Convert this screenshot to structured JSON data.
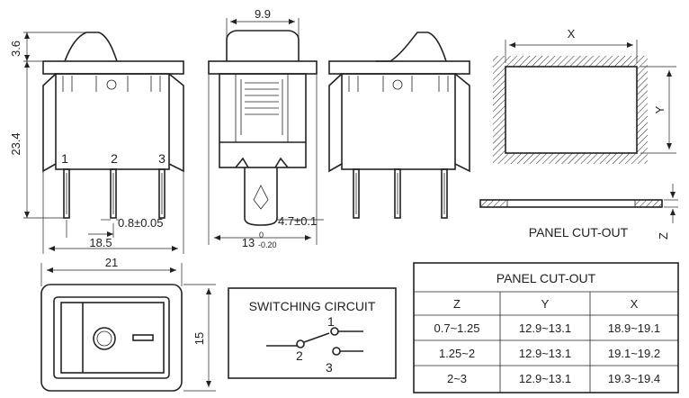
{
  "dimensions": {
    "width_top": "9.9",
    "height_rocker": "3.6",
    "height_body": "23.4",
    "pin_thickness": "0.8±0.05",
    "pin_pitch": "18.5",
    "pin_width": "4.7±0.1",
    "body_width": "13",
    "body_width_tol_upper": "0",
    "body_width_tol_lower": "-0.20",
    "bezel_width": "21",
    "bezel_height": "15",
    "cutout_x": "X",
    "cutout_y": "Y",
    "cutout_z": "Z"
  },
  "terminals": [
    "1",
    "2",
    "3"
  ],
  "panel_cutout_label": "PANEL CUT-OUT",
  "switching_circuit": {
    "title": "SWITCHING CIRCUIT",
    "terminals": [
      "1",
      "2",
      "3"
    ]
  },
  "table": {
    "title": "PANEL CUT-OUT",
    "headers": [
      "Z",
      "Y",
      "X"
    ],
    "rows": [
      [
        "0.7~1.25",
        "12.9~13.1",
        "18.9~19.1"
      ],
      [
        "1.25~2",
        "12.9~13.1",
        "19.1~19.2"
      ],
      [
        "2~3",
        "12.9~13.1",
        "19.3~19.4"
      ]
    ]
  }
}
